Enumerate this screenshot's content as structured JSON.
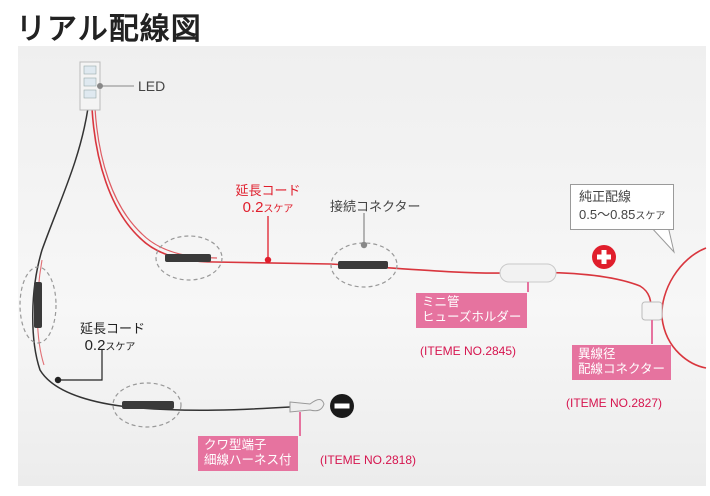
{
  "title": "リアル配線図",
  "led_label": "LED",
  "ext_cord_top": {
    "name": "延長コード",
    "value": "0.2",
    "unit": "スケア"
  },
  "ext_cord_left": {
    "name": "延長コード",
    "value": "0.2",
    "unit": "スケア"
  },
  "connector_label": "接続コネクター",
  "factory_wire": {
    "line1": "純正配線",
    "value": "0.5〜0.85",
    "unit": "スケア"
  },
  "fuse_holder": {
    "line1": "ミニ管",
    "line2": "ヒューズホルダー",
    "item": "(ITEME NO.2845)"
  },
  "diff_connector": {
    "line1": "異線径",
    "line2": "配線コネクター",
    "item": "(ITEME NO.2827)"
  },
  "terminal": {
    "line1": "クワ型端子",
    "line2": "細線ハーネス付",
    "item": "(ITEME NO.2818)"
  },
  "plus_symbol": "+",
  "minus_symbol": "−",
  "colors": {
    "accent_pink": "#e6739f",
    "red_wire": "#e01e2c",
    "item_text": "#d6154f"
  }
}
